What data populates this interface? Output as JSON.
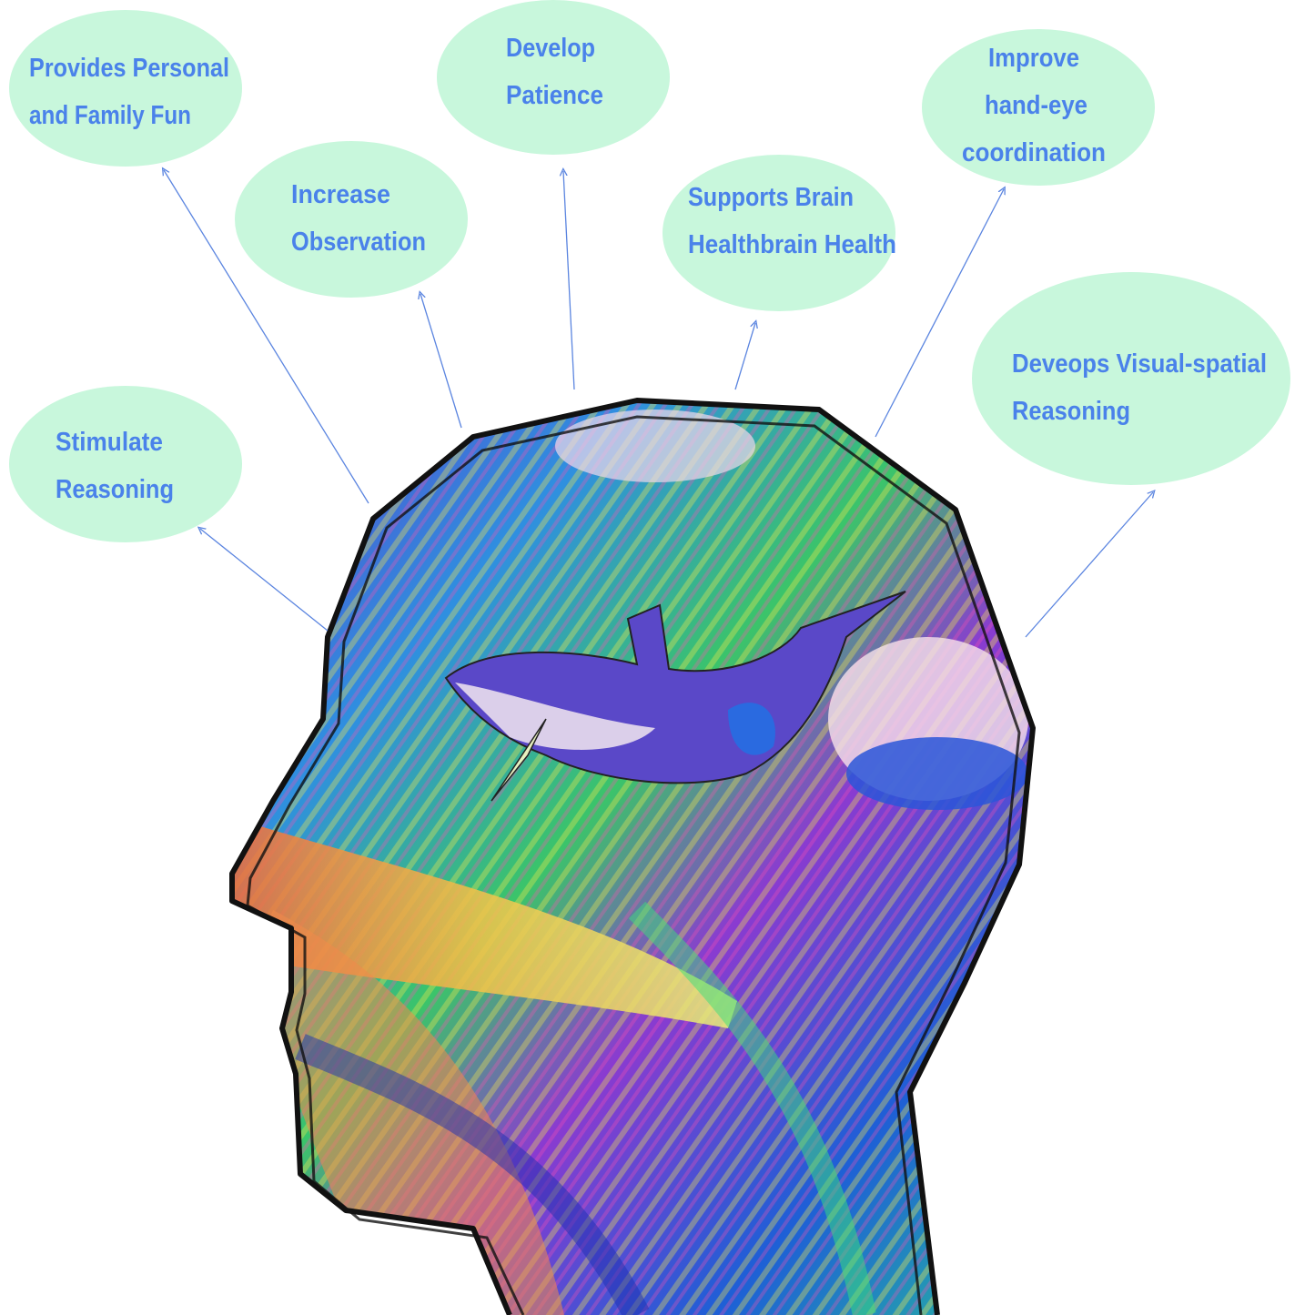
{
  "colors": {
    "bubble_fill": "#c8f7dc",
    "text": "#4a82ea",
    "connector": "#5b85e0",
    "outline": "#111111"
  },
  "benefits": [
    {
      "lines": [
        "Provides Personal",
        "and Family Fun"
      ]
    },
    {
      "lines": [
        "Develop",
        "Patience"
      ]
    },
    {
      "lines": [
        "Improve",
        "hand-eye",
        "coordination"
      ]
    },
    {
      "lines": [
        "Increase",
        "Observation"
      ]
    },
    {
      "lines": [
        "Supports Brain",
        "Healthbrain Health"
      ]
    },
    {
      "lines": [
        "Deveops Visual-spatial",
        "Reasoning"
      ]
    },
    {
      "lines": [
        "Stimulate",
        "Reasoning"
      ]
    }
  ],
  "illustration": {
    "subject": "head-silhouette-with-whale-puzzle"
  }
}
